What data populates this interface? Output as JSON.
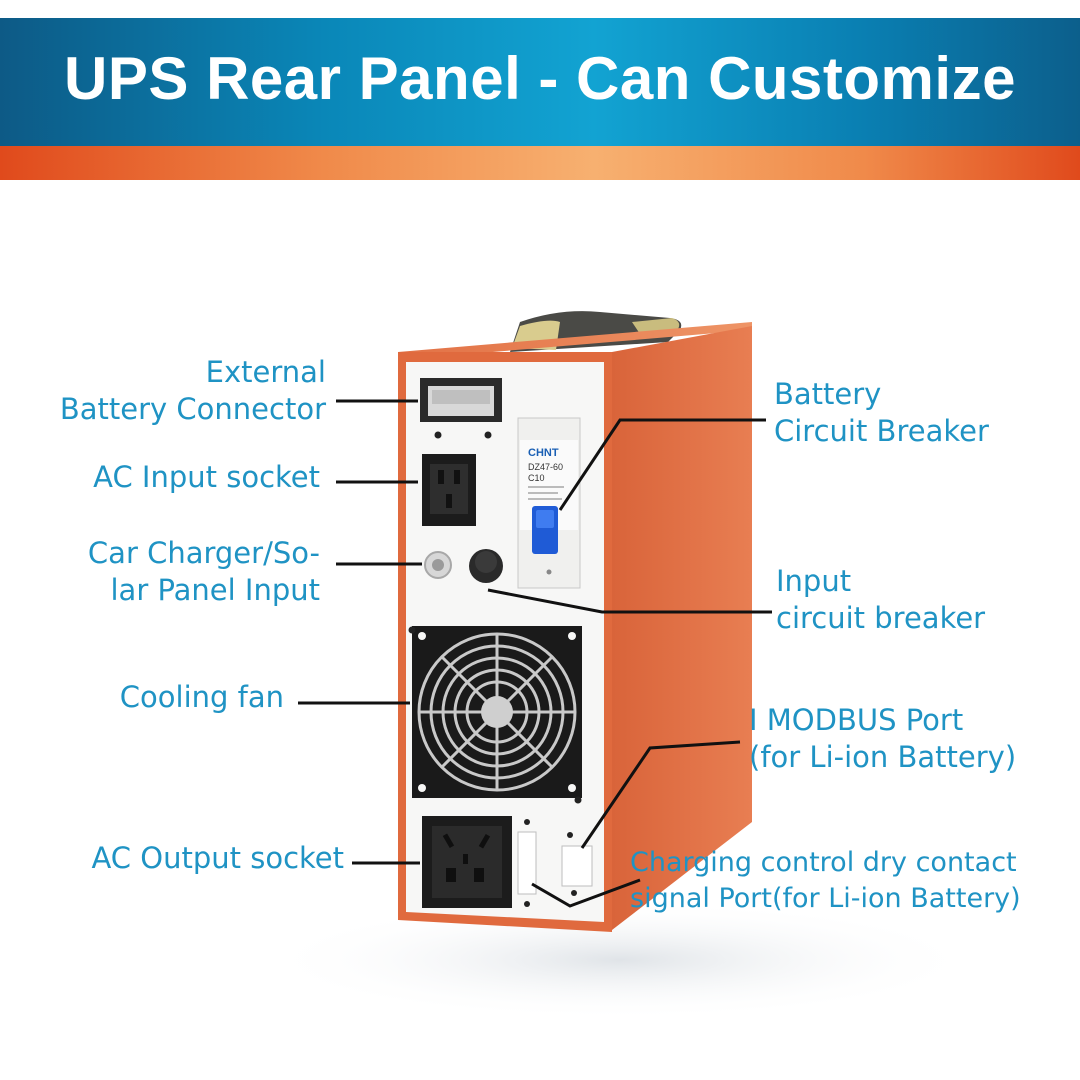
{
  "header": {
    "title": "UPS Rear Panel - Can Customize",
    "colors": {
      "banner": "#0a87b8",
      "stripe": "#f08a4a",
      "label_text": "#1f93c4",
      "device_body": "#e06a3e"
    }
  },
  "labels": {
    "external_battery": {
      "line1": "External",
      "line2": "Battery Connector"
    },
    "ac_input": {
      "line1": "AC Input socket"
    },
    "car_charger": {
      "line1": "Car Charger/So-",
      "line2": "lar Panel  Input"
    },
    "cooling_fan": {
      "line1": "Cooling fan"
    },
    "ac_output": {
      "line1": "AC Output socket"
    },
    "battery_breaker": {
      "line1": "Battery",
      "line2": "Circuit Breaker"
    },
    "input_breaker": {
      "line1": "Input",
      "line2": "circuit breaker"
    },
    "modbus": {
      "line1": "I MODBUS Port",
      "line2": "(for Li-ion Battery)"
    },
    "dry_contact": {
      "line1": "Charging control dry contact",
      "line2": "signal Port(for Li-ion Battery)"
    }
  },
  "breaker": {
    "brand": "CHNT",
    "model": "DZ47-60",
    "rating": "C10"
  }
}
